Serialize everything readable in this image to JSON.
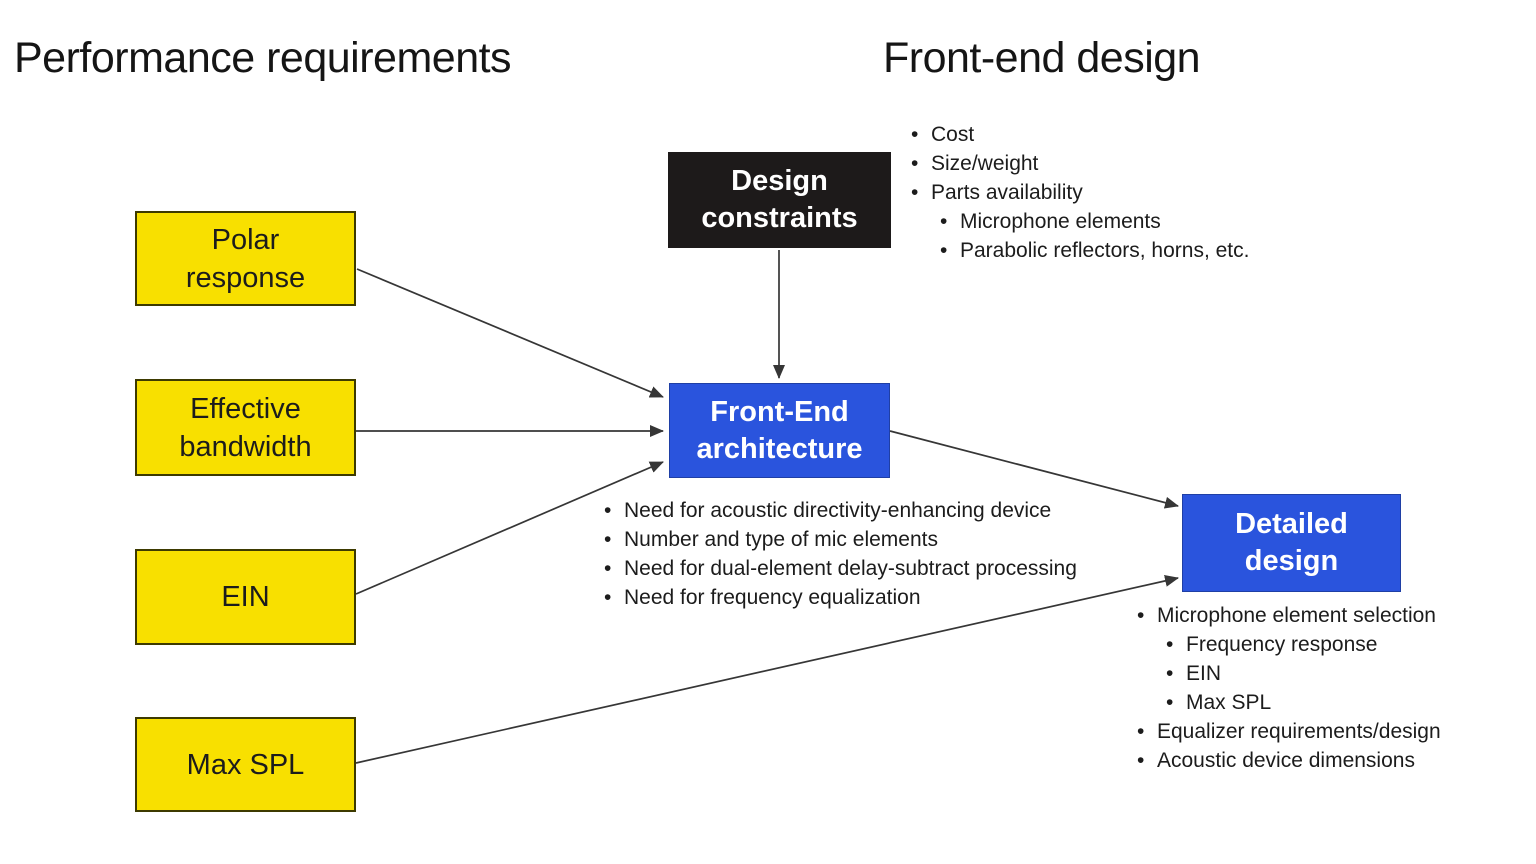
{
  "colors": {
    "yellow": "#F8E000",
    "yellow-border": "#3d3a00",
    "blue": "#2A54DD",
    "black-box": "#1D1A1A",
    "arrow": "#363636",
    "text": "#1C1C1C"
  },
  "titles": {
    "left": "Performance requirements",
    "right": "Front-end design"
  },
  "boxes": {
    "polar_response": {
      "label": "Polar\nresponse"
    },
    "effective_bandwidth": {
      "label": "Effective\nbandwidth"
    },
    "ein": {
      "label": "EIN"
    },
    "max_spl": {
      "label": "Max SPL"
    },
    "design_constraints": {
      "label": "Design\nconstraints"
    },
    "front_end_architecture": {
      "label": "Front-End\narchitecture"
    },
    "detailed_design": {
      "label": "Detailed\ndesign"
    }
  },
  "lists": {
    "design_constraints_notes": {
      "items": [
        {
          "text": "Cost",
          "indent": 0
        },
        {
          "text": "Size/weight",
          "indent": 0
        },
        {
          "text": "Parts availability",
          "indent": 0
        },
        {
          "text": "Microphone elements",
          "indent": 1
        },
        {
          "text": "Parabolic reflectors, horns, etc.",
          "indent": 1
        }
      ]
    },
    "front_end_outputs": {
      "items": [
        {
          "text": "Need for acoustic directivity-enhancing device",
          "indent": 0
        },
        {
          "text": "Number and type of mic elements",
          "indent": 0
        },
        {
          "text": "Need for dual-element delay-subtract processing",
          "indent": 0
        },
        {
          "text": "Need for frequency equalization",
          "indent": 0
        }
      ]
    },
    "detailed_design_outputs": {
      "items": [
        {
          "text": "Microphone element selection",
          "indent": 0
        },
        {
          "text": "Frequency response",
          "indent": 1
        },
        {
          "text": "EIN",
          "indent": 1
        },
        {
          "text": "Max SPL",
          "indent": 1
        },
        {
          "text": "Equalizer requirements/design",
          "indent": 0
        },
        {
          "text": "Acoustic device dimensions",
          "indent": 0
        }
      ]
    }
  },
  "edges": [
    {
      "from": "polar_response",
      "to": "front_end_architecture"
    },
    {
      "from": "effective_bandwidth",
      "to": "front_end_architecture"
    },
    {
      "from": "ein",
      "to": "front_end_architecture"
    },
    {
      "from": "design_constraints",
      "to": "front_end_architecture"
    },
    {
      "from": "front_end_architecture",
      "to": "detailed_design"
    },
    {
      "from": "max_spl",
      "to": "detailed_design"
    }
  ]
}
